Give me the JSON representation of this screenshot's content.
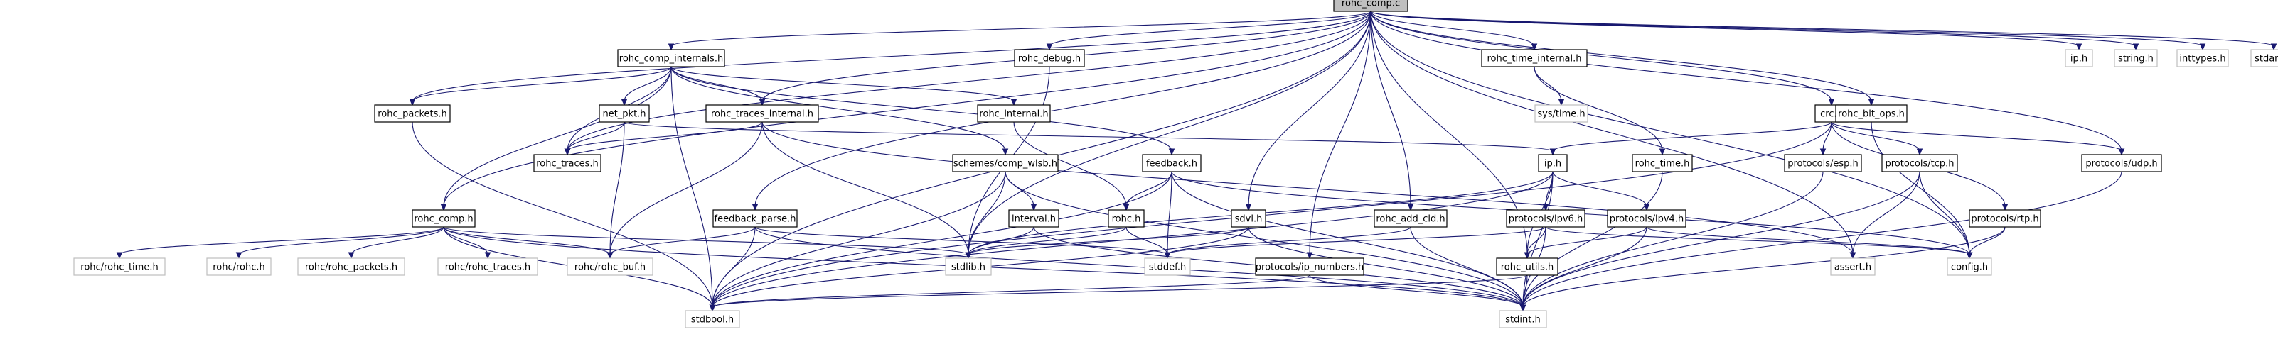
{
  "colors": {
    "edge": "#191970",
    "root_fill": "#bfbfbf",
    "node_border": "#000000",
    "external_border": "#bfbfbf",
    "background": "#ffffff"
  },
  "nodes": [
    {
      "id": "rohc_comp_c",
      "label": "rohc_comp.c",
      "kind": "root"
    },
    {
      "id": "rohc_comp_internals_h",
      "label": "rohc_comp_internals.h",
      "kind": "link"
    },
    {
      "id": "rohc_debug_h",
      "label": "rohc_debug.h",
      "kind": "link"
    },
    {
      "id": "rohc_time_internal_h",
      "label": "rohc_time_internal.h",
      "kind": "link"
    },
    {
      "id": "ip_h_ext",
      "label": "ip.h",
      "kind": "external"
    },
    {
      "id": "string_h",
      "label": "string.h",
      "kind": "external"
    },
    {
      "id": "inttypes_h",
      "label": "inttypes.h",
      "kind": "external"
    },
    {
      "id": "stdarg_h",
      "label": "stdarg.h",
      "kind": "external"
    },
    {
      "id": "rohc_packets_h",
      "label": "rohc_packets.h",
      "kind": "link"
    },
    {
      "id": "net_pkt_h",
      "label": "net_pkt.h",
      "kind": "link"
    },
    {
      "id": "rohc_traces_internal_h",
      "label": "rohc_traces_internal.h",
      "kind": "link"
    },
    {
      "id": "rohc_internal_h",
      "label": "rohc_internal.h",
      "kind": "link"
    },
    {
      "id": "sys_time_h",
      "label": "sys/time.h",
      "kind": "external"
    },
    {
      "id": "crc_h",
      "label": "crc.h",
      "kind": "link"
    },
    {
      "id": "rohc_bit_ops_h",
      "label": "rohc_bit_ops.h",
      "kind": "link"
    },
    {
      "id": "rohc_traces_h",
      "label": "rohc_traces.h",
      "kind": "link"
    },
    {
      "id": "schemes_comp_wlsb_h",
      "label": "schemes/comp_wlsb.h",
      "kind": "link"
    },
    {
      "id": "feedback_h",
      "label": "feedback.h",
      "kind": "link"
    },
    {
      "id": "ip_h",
      "label": "ip.h",
      "kind": "link"
    },
    {
      "id": "rohc_time_h",
      "label": "rohc_time.h",
      "kind": "link"
    },
    {
      "id": "protocols_esp_h",
      "label": "protocols/esp.h",
      "kind": "link"
    },
    {
      "id": "protocols_tcp_h",
      "label": "protocols/tcp.h",
      "kind": "link"
    },
    {
      "id": "protocols_udp_h",
      "label": "protocols/udp.h",
      "kind": "link"
    },
    {
      "id": "rohc_comp_h",
      "label": "rohc_comp.h",
      "kind": "link"
    },
    {
      "id": "feedback_parse_h",
      "label": "feedback_parse.h",
      "kind": "link"
    },
    {
      "id": "interval_h",
      "label": "interval.h",
      "kind": "link"
    },
    {
      "id": "rohc_h",
      "label": "rohc.h",
      "kind": "link"
    },
    {
      "id": "sdvl_h",
      "label": "sdvl.h",
      "kind": "link"
    },
    {
      "id": "rohc_add_cid_h",
      "label": "rohc_add_cid.h",
      "kind": "link"
    },
    {
      "id": "protocols_ipv6_h",
      "label": "protocols/ipv6.h",
      "kind": "link"
    },
    {
      "id": "protocols_ipv4_h",
      "label": "protocols/ipv4.h",
      "kind": "link"
    },
    {
      "id": "assert_h",
      "label": "assert.h",
      "kind": "external"
    },
    {
      "id": "protocols_rtp_h",
      "label": "protocols/rtp.h",
      "kind": "link"
    },
    {
      "id": "rohc_rohc_time_h",
      "label": "rohc/rohc_time.h",
      "kind": "external"
    },
    {
      "id": "rohc_rohc_h",
      "label": "rohc/rohc.h",
      "kind": "external"
    },
    {
      "id": "rohc_rohc_packets_h",
      "label": "rohc/rohc_packets.h",
      "kind": "external"
    },
    {
      "id": "rohc_rohc_traces_h",
      "label": "rohc/rohc_traces.h",
      "kind": "external"
    },
    {
      "id": "rohc_rohc_buf_h",
      "label": "rohc/rohc_buf.h",
      "kind": "external"
    },
    {
      "id": "stdlib_h",
      "label": "stdlib.h",
      "kind": "external"
    },
    {
      "id": "stddef_h",
      "label": "stddef.h",
      "kind": "external"
    },
    {
      "id": "config_h",
      "label": "config.h",
      "kind": "external"
    },
    {
      "id": "protocols_ip_numbers_h",
      "label": "protocols/ip_numbers.h",
      "kind": "link"
    },
    {
      "id": "rohc_utils_h",
      "label": "rohc_utils.h",
      "kind": "link"
    },
    {
      "id": "stdbool_h",
      "label": "stdbool.h",
      "kind": "external"
    },
    {
      "id": "stdint_h",
      "label": "stdint.h",
      "kind": "external"
    }
  ],
  "edges": [
    [
      "rohc_comp_c",
      "rohc_comp_internals_h"
    ],
    [
      "rohc_comp_c",
      "rohc_debug_h"
    ],
    [
      "rohc_comp_c",
      "rohc_time_internal_h"
    ],
    [
      "rohc_comp_c",
      "ip_h_ext"
    ],
    [
      "rohc_comp_c",
      "string_h"
    ],
    [
      "rohc_comp_c",
      "inttypes_h"
    ],
    [
      "rohc_comp_c",
      "stdarg_h"
    ],
    [
      "rohc_comp_c",
      "rohc_packets_h"
    ],
    [
      "rohc_comp_c",
      "rohc_traces_internal_h"
    ],
    [
      "rohc_comp_c",
      "rohc_traces_h"
    ],
    [
      "rohc_comp_c",
      "crc_h"
    ],
    [
      "rohc_comp_c",
      "rohc_bit_ops_h"
    ],
    [
      "rohc_comp_c",
      "protocols_udp_h"
    ],
    [
      "rohc_comp_c",
      "rohc_comp_h"
    ],
    [
      "rohc_comp_c",
      "feedback_parse_h"
    ],
    [
      "rohc_comp_c",
      "sdvl_h"
    ],
    [
      "rohc_comp_c",
      "rohc_add_cid_h"
    ],
    [
      "rohc_comp_c",
      "protocols_ip_numbers_h"
    ],
    [
      "rohc_comp_c",
      "rohc_utils_h"
    ],
    [
      "rohc_comp_c",
      "assert_h"
    ],
    [
      "rohc_comp_c",
      "config_h"
    ],
    [
      "rohc_comp_c",
      "stdlib_h"
    ],
    [
      "rohc_comp_c",
      "stdbool_h"
    ],
    [
      "rohc_comp_internals_h",
      "rohc_packets_h"
    ],
    [
      "rohc_comp_internals_h",
      "net_pkt_h"
    ],
    [
      "rohc_comp_internals_h",
      "rohc_traces_internal_h"
    ],
    [
      "rohc_comp_internals_h",
      "rohc_internal_h"
    ],
    [
      "rohc_comp_internals_h",
      "schemes_comp_wlsb_h"
    ],
    [
      "rohc_comp_internals_h",
      "feedback_h"
    ],
    [
      "rohc_comp_internals_h",
      "rohc_comp_h"
    ],
    [
      "rohc_comp_internals_h",
      "rohc_traces_h"
    ],
    [
      "rohc_comp_internals_h",
      "stdbool_h"
    ],
    [
      "rohc_debug_h",
      "stdlib_h"
    ],
    [
      "rohc_time_internal_h",
      "sys_time_h"
    ],
    [
      "rohc_time_internal_h",
      "rohc_time_h"
    ],
    [
      "rohc_packets_h",
      "stdbool_h"
    ],
    [
      "net_pkt_h",
      "ip_h"
    ],
    [
      "net_pkt_h",
      "rohc_traces_h"
    ],
    [
      "net_pkt_h",
      "rohc_rohc_buf_h"
    ],
    [
      "rohc_traces_internal_h",
      "rohc_traces_h"
    ],
    [
      "rohc_traces_internal_h",
      "rohc_rohc_buf_h"
    ],
    [
      "rohc_traces_internal_h",
      "stdlib_h"
    ],
    [
      "rohc_traces_internal_h",
      "assert_h"
    ],
    [
      "rohc_internal_h",
      "rohc_h"
    ],
    [
      "crc_h",
      "ip_h"
    ],
    [
      "crc_h",
      "protocols_esp_h"
    ],
    [
      "crc_h",
      "protocols_tcp_h"
    ],
    [
      "crc_h",
      "protocols_udp_h"
    ],
    [
      "crc_h",
      "protocols_rtp_h"
    ],
    [
      "crc_h",
      "stdbool_h"
    ],
    [
      "rohc_bit_ops_h",
      "config_h"
    ],
    [
      "schemes_comp_wlsb_h",
      "interval_h"
    ],
    [
      "schemes_comp_wlsb_h",
      "stdlib_h"
    ],
    [
      "schemes_comp_wlsb_h",
      "stdint_h"
    ],
    [
      "schemes_comp_wlsb_h",
      "stdbool_h"
    ],
    [
      "feedback_h",
      "rohc_h"
    ],
    [
      "feedback_h",
      "stddef_h"
    ],
    [
      "feedback_h",
      "stdint_h"
    ],
    [
      "feedback_h",
      "config_h"
    ],
    [
      "feedback_h",
      "stdbool_h"
    ],
    [
      "ip_h",
      "protocols_ipv6_h"
    ],
    [
      "ip_h",
      "protocols_ipv4_h"
    ],
    [
      "ip_h",
      "stdlib_h"
    ],
    [
      "ip_h",
      "stdint_h"
    ],
    [
      "ip_h",
      "stdbool_h"
    ],
    [
      "ip_h",
      "rohc_utils_h"
    ],
    [
      "rohc_time_h",
      "stdint_h"
    ],
    [
      "protocols_esp_h",
      "stdint_h"
    ],
    [
      "protocols_tcp_h",
      "config_h"
    ],
    [
      "protocols_tcp_h",
      "assert_h"
    ],
    [
      "protocols_tcp_h",
      "stdint_h"
    ],
    [
      "protocols_udp_h",
      "stdint_h"
    ],
    [
      "protocols_rtp_h",
      "config_h"
    ],
    [
      "protocols_rtp_h",
      "stdint_h"
    ],
    [
      "rohc_comp_h",
      "rohc_rohc_time_h"
    ],
    [
      "rohc_comp_h",
      "rohc_rohc_h"
    ],
    [
      "rohc_comp_h",
      "rohc_rohc_packets_h"
    ],
    [
      "rohc_comp_h",
      "rohc_rohc_traces_h"
    ],
    [
      "rohc_comp_h",
      "rohc_rohc_buf_h"
    ],
    [
      "rohc_comp_h",
      "stdlib_h"
    ],
    [
      "rohc_comp_h",
      "stdint_h"
    ],
    [
      "rohc_comp_h",
      "stdbool_h"
    ],
    [
      "feedback_parse_h",
      "rohc_rohc_buf_h"
    ],
    [
      "feedback_parse_h",
      "stddef_h"
    ],
    [
      "feedback_parse_h",
      "stdint_h"
    ],
    [
      "feedback_parse_h",
      "stdbool_h"
    ],
    [
      "interval_h",
      "stdlib_h"
    ],
    [
      "interval_h",
      "stdint_h"
    ],
    [
      "rohc_h",
      "stdlib_h"
    ],
    [
      "rohc_h",
      "stddef_h"
    ],
    [
      "sdvl_h",
      "stdlib_h"
    ],
    [
      "sdvl_h",
      "stdint_h"
    ],
    [
      "sdvl_h",
      "stdbool_h"
    ],
    [
      "rohc_add_cid_h",
      "stdint_h"
    ],
    [
      "rohc_add_cid_h",
      "stddef_h"
    ],
    [
      "protocols_ipv6_h",
      "rohc_utils_h"
    ],
    [
      "protocols_ipv6_h",
      "stdint_h"
    ],
    [
      "protocols_ipv6_h",
      "config_h"
    ],
    [
      "protocols_ipv6_h",
      "stddef_h"
    ],
    [
      "protocols_ipv4_h",
      "rohc_utils_h"
    ],
    [
      "protocols_ipv4_h",
      "stdint_h"
    ],
    [
      "protocols_ipv4_h",
      "config_h"
    ],
    [
      "protocols_ip_numbers_h",
      "stdint_h"
    ],
    [
      "protocols_ip_numbers_h",
      "stdbool_h"
    ],
    [
      "rohc_utils_h",
      "stdint_h"
    ],
    [
      "rohc_utils_h",
      "stdbool_h"
    ]
  ]
}
